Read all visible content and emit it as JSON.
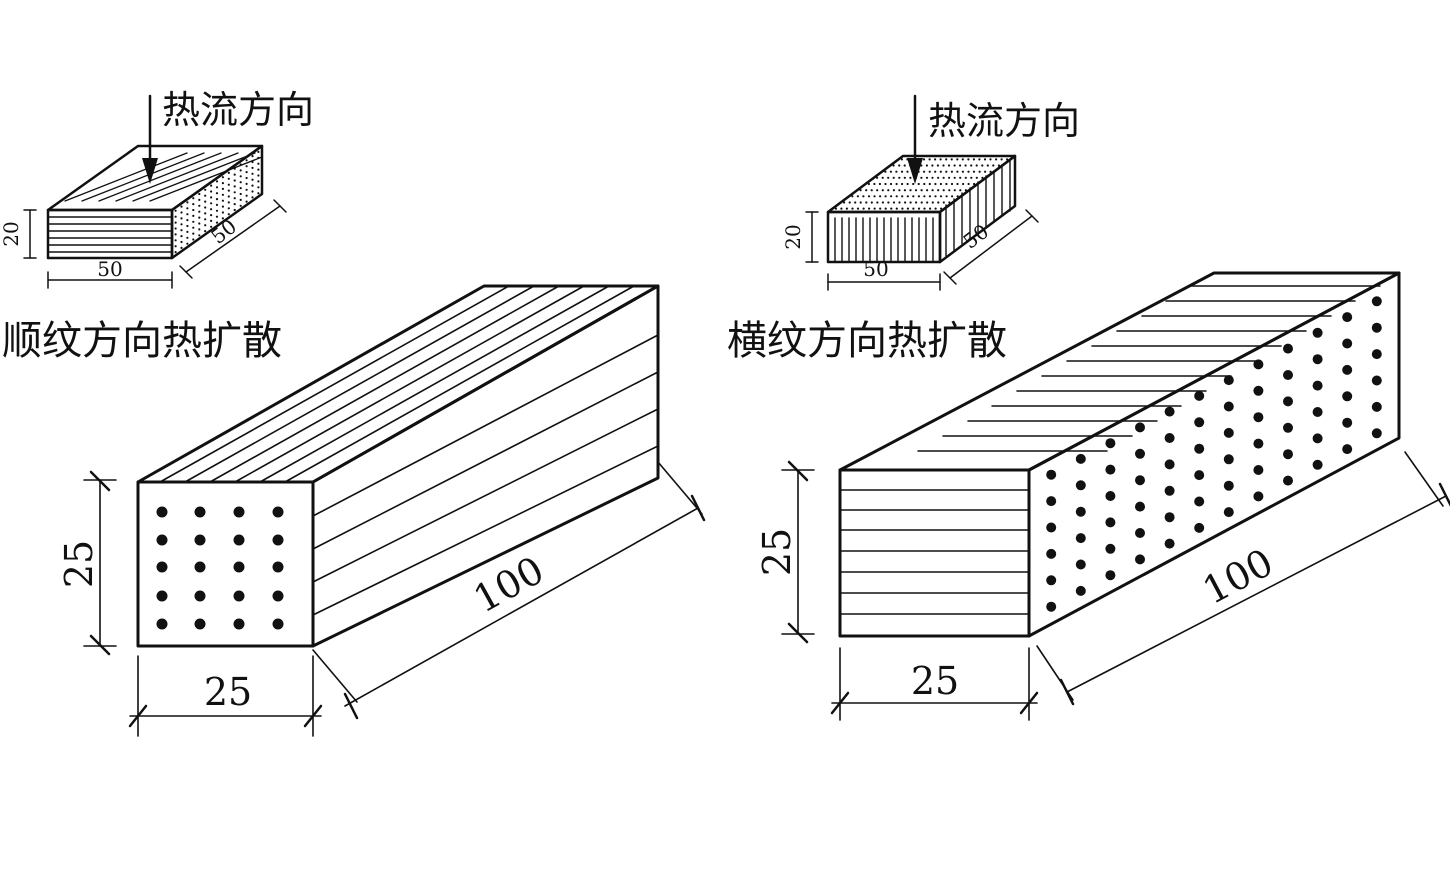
{
  "left_panel": {
    "heat_flow_label": "热流方向",
    "title": "顺纹方向热扩散",
    "sample_dims": {
      "height": "20",
      "width": "50",
      "depth": "50"
    },
    "block_dims": {
      "height": "25",
      "width": "25",
      "length": "100"
    }
  },
  "right_panel": {
    "heat_flow_label": "热流方向",
    "title": "横纹方向热扩散",
    "sample_dims": {
      "height": "20",
      "width": "50",
      "depth": "50"
    },
    "block_dims": {
      "height": "25",
      "width": "25",
      "length": "100"
    }
  },
  "colors": {
    "ink": "#111111",
    "background": "#ffffff"
  }
}
